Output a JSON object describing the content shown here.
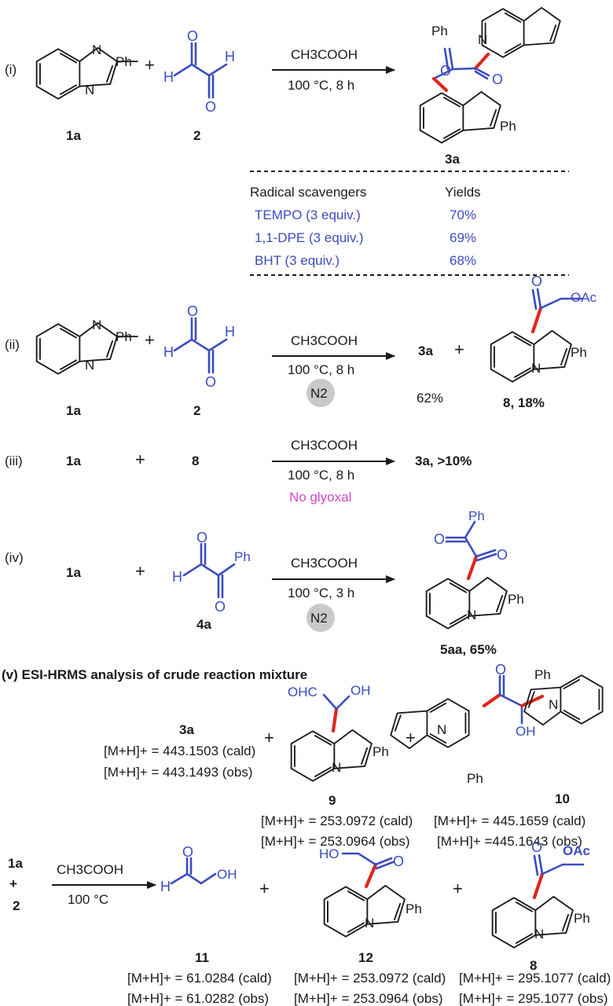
{
  "colors": {
    "bond": "#1a1a1a",
    "reagent_blue": "#3b4cc0",
    "new_bond_red": "#e0261b",
    "note_magenta": "#d447c8",
    "n2_circle": "#c8cac8"
  },
  "labels": {
    "part_i": "(i)",
    "part_ii": "(ii)",
    "part_iii": "(iii)",
    "part_iv": "(iv)",
    "plus": "+",
    "cmpd_1a": "1a",
    "cmpd_2": "2",
    "cmpd_3a": "3a",
    "cmpd_4a": "4a",
    "cmpd_8": "8",
    "cmpd_9": "9",
    "cmpd_10": "10",
    "cmpd_11": "11",
    "cmpd_12": "12",
    "ph": "Ph",
    "n": "N",
    "o": "O",
    "h": "H",
    "oac": "OAc",
    "oh": "OH",
    "ho": "HO",
    "ohc": "OHC"
  },
  "conditions": {
    "acid": "CH3COOH",
    "temp_8h": "100 °C, 8 h",
    "temp_3h": "100 °C, 3 h",
    "temp": "100 °C",
    "n2": "N2",
    "no_glyoxal": "No glyoxal"
  },
  "scavenger_table": {
    "header_left": "Radical scavengers",
    "header_right": "Yields",
    "rows": [
      {
        "name": "TEMPO (3 equiv.)",
        "yield": "70%"
      },
      {
        "name": "1,1-DPE (3 equiv.)",
        "yield": "69%"
      },
      {
        "name": "BHT (3 equiv.)",
        "yield": "68%"
      }
    ]
  },
  "yields": {
    "ii_3a": "62%",
    "ii_8": "8, 18%",
    "iii": "3a, >10%",
    "iv": "5aa, 65%"
  },
  "section_v_title": "(v) ESI-HRMS analysis of crude reaction mixture",
  "hrms": {
    "c3a": {
      "cald": "[M+H]+ = 443.1503 (cald)",
      "obs": "[M+H]+ = 443.1493 (obs)"
    },
    "c9": {
      "cald": "[M+H]+ = 253.0972 (cald)",
      "obs": "[M+H]+ = 253.0964 (obs)"
    },
    "c10": {
      "cald": "[M+H]+ = 445.1659 (cald)",
      "obs": "[M+H]+ =445.1643 (obs)"
    },
    "c11": {
      "cald": "[M+H]+ = 61.0284 (cald)",
      "obs": "[M+H]+ = 61.0282 (obs)"
    },
    "c12": {
      "cald": "[M+H]+ = 253.0972 (cald)",
      "obs": "[M+H]+ = 253.0964 (obs)"
    },
    "c8": {
      "cald": "[M+H]+ = 295.1077 (cald)",
      "obs": "[M+H]+ = 295.1077 (obs)"
    }
  }
}
